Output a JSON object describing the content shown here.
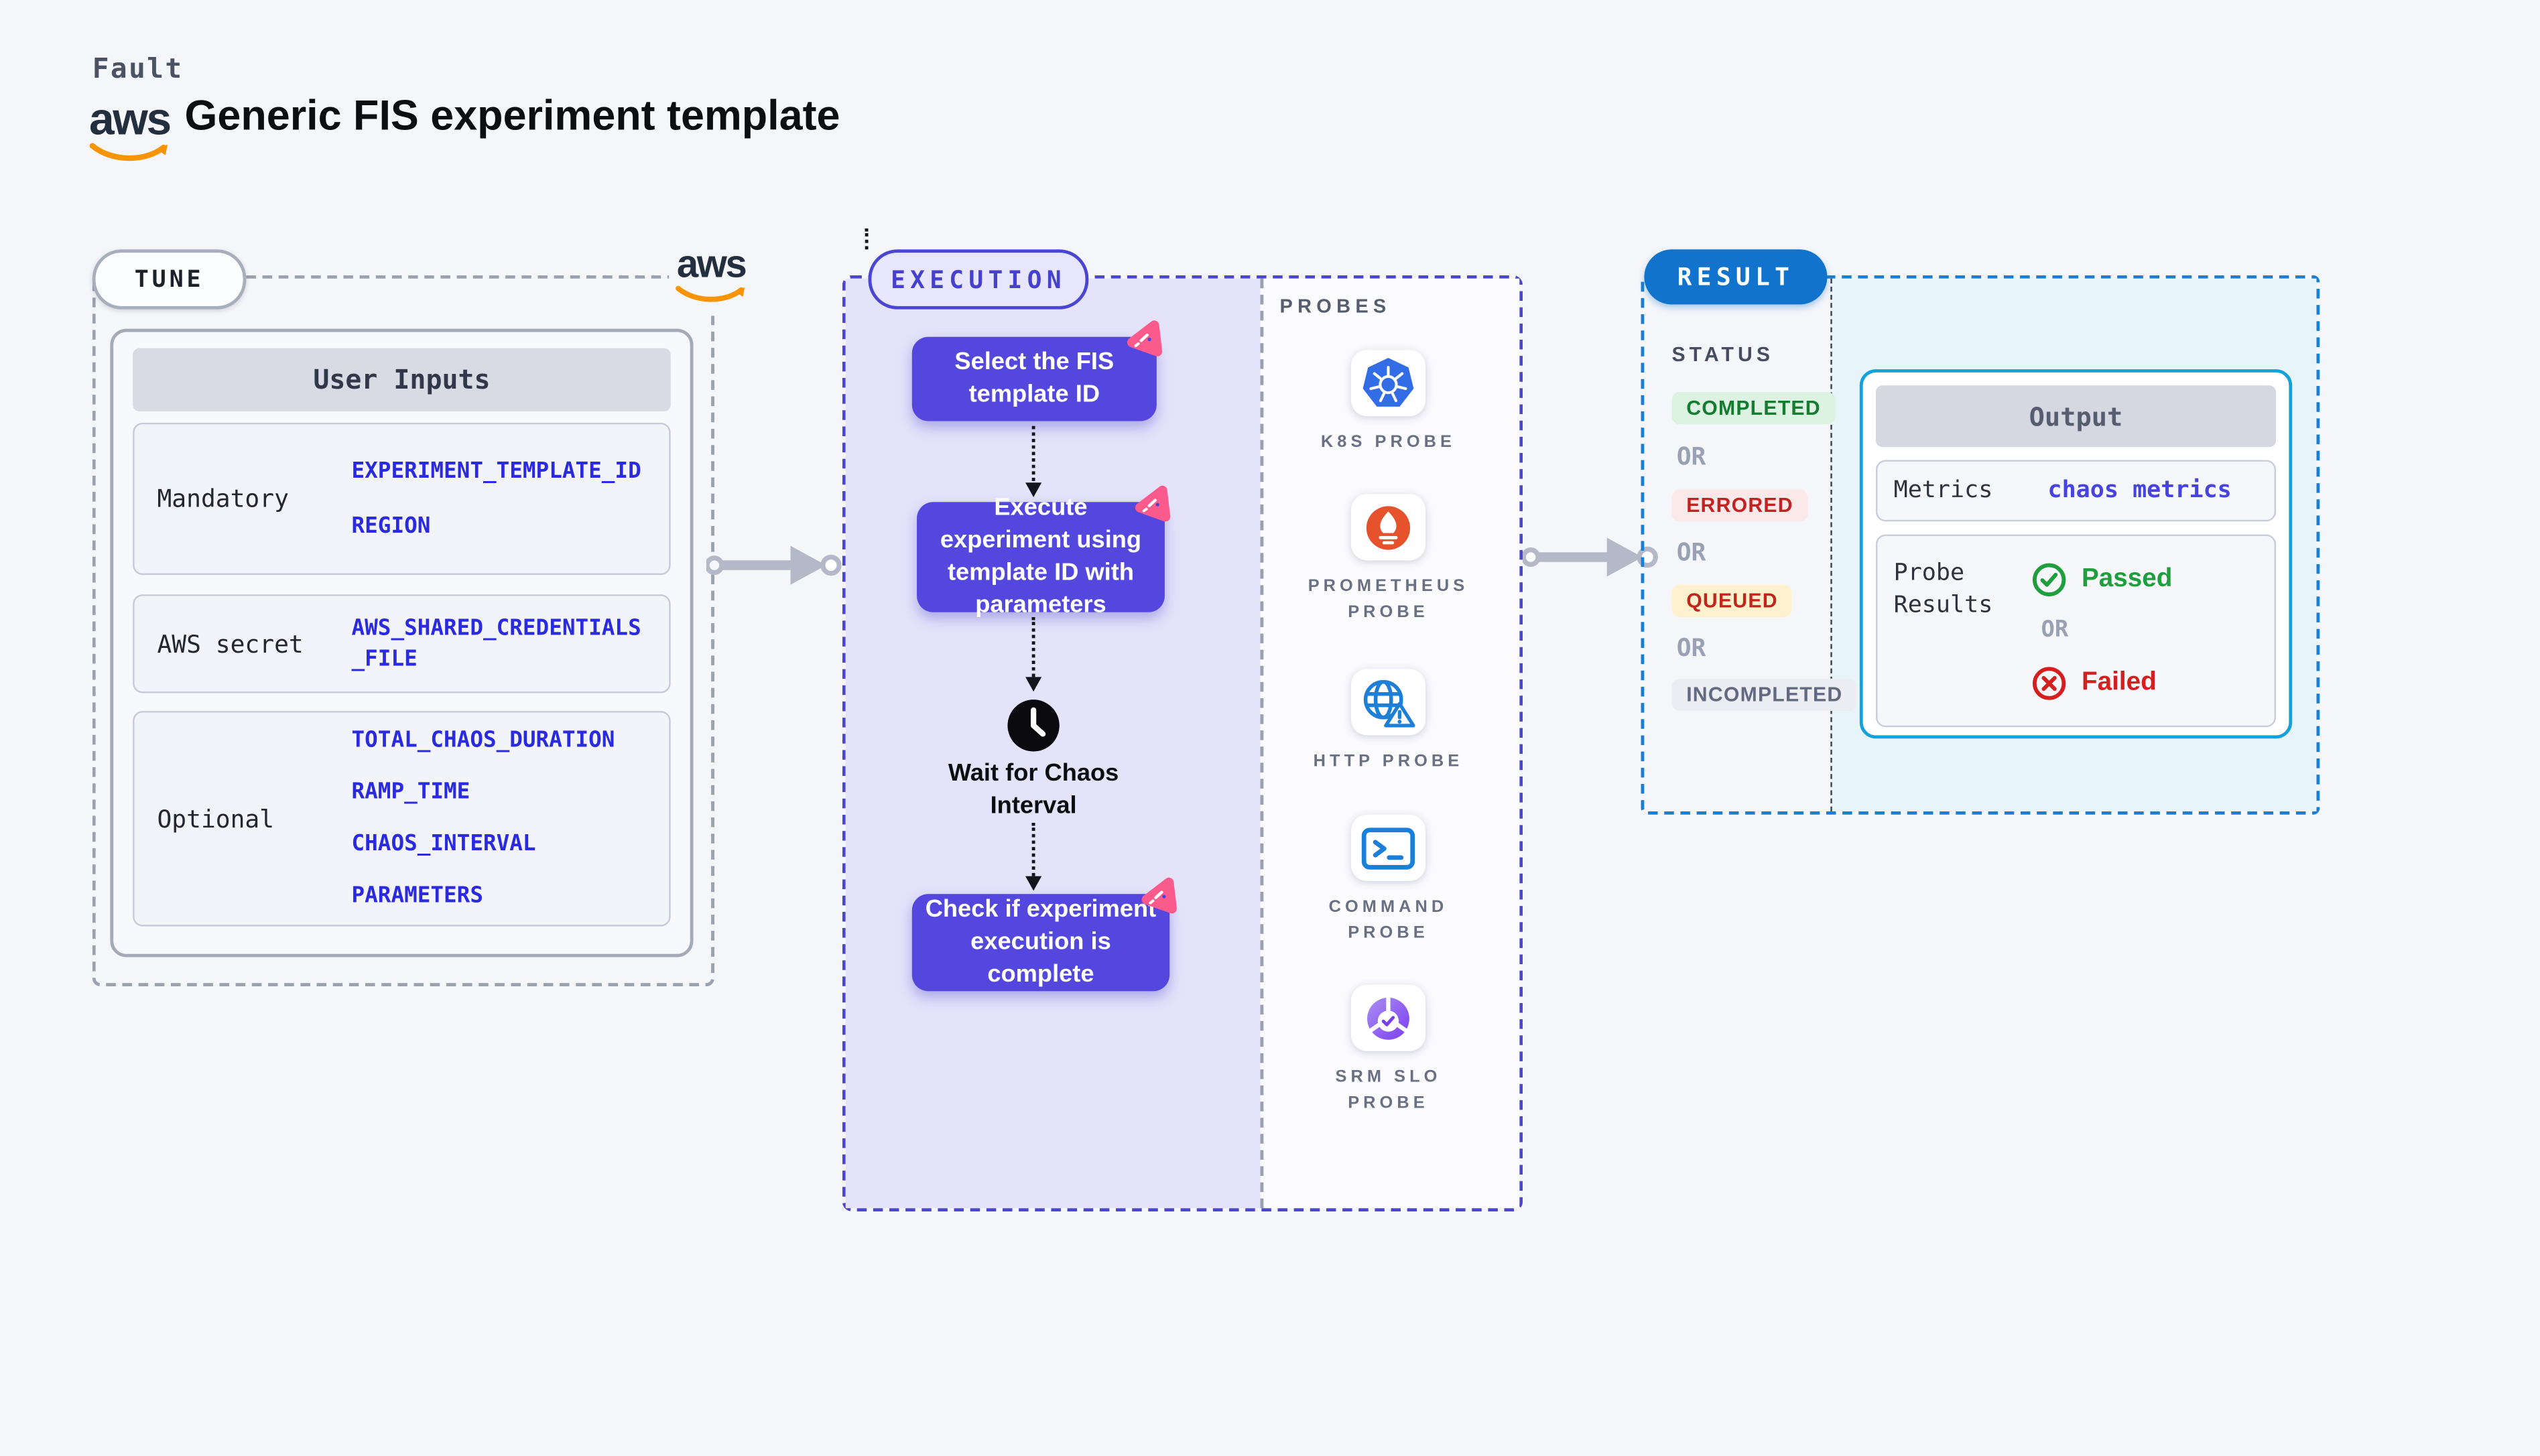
{
  "header": {
    "brand": "Fault",
    "title": "Generic FIS experiment template",
    "aws_wordmark": "aws"
  },
  "tune": {
    "pill": "TUNE",
    "user_inputs": {
      "header": "User Inputs",
      "rows": [
        {
          "label": "Mandatory",
          "values": [
            "EXPERIMENT_TEMPLATE_ID",
            "REGION"
          ]
        },
        {
          "label": "AWS secret",
          "values": [
            "AWS_SHARED_CREDENTIALS",
            "_FILE"
          ]
        },
        {
          "label": "Optional",
          "values": [
            "TOTAL_CHAOS_DURATION",
            "RAMP_TIME",
            "CHAOS_INTERVAL",
            "PARAMETERS"
          ]
        }
      ]
    }
  },
  "execution": {
    "pill": "EXECUTION",
    "steps": {
      "select": "Select the FIS template ID",
      "execute": "Execute experiment using template ID with parameters",
      "wait": "Wait for Chaos Interval",
      "check": "Check if experiment execution is complete"
    },
    "probes": {
      "label": "PROBES",
      "items": [
        {
          "name": "K8S PROBE",
          "icon": "kubernetes-icon"
        },
        {
          "name": "PROMETHEUS PROBE",
          "icon": "prometheus-icon"
        },
        {
          "name": "HTTP PROBE",
          "icon": "http-globe-icon"
        },
        {
          "name": "COMMAND PROBE",
          "icon": "terminal-icon"
        },
        {
          "name": "SRM SLO PROBE",
          "icon": "slo-donut-icon"
        }
      ]
    }
  },
  "result": {
    "pill": "RESULT",
    "status": {
      "label": "STATUS",
      "completed": "COMPLETED",
      "errored": "ERRORED",
      "queued": "QUEUED",
      "incompleted": "INCOMPLETED",
      "or": "OR"
    },
    "output": {
      "header": "Output",
      "metrics_label": "Metrics",
      "metrics_value": "chaos metrics",
      "probe_results_label": "Probe Results",
      "passed": "Passed",
      "or": "OR",
      "failed": "Failed"
    }
  },
  "colors": {
    "accent_indigo": "#4b46d2",
    "node_purple": "#5347dd",
    "badge_pink": "#fb5b8c",
    "result_blue": "#1173cb",
    "output_border_cyan": "#14a2da",
    "aws_orange": "#f79400",
    "variable_blue": "#2a2ae0",
    "passed_green": "#1e9e3c",
    "failed_red": "#d51f1f",
    "kubernetes_blue": "#326de6",
    "prometheus_orange": "#e6522c"
  }
}
